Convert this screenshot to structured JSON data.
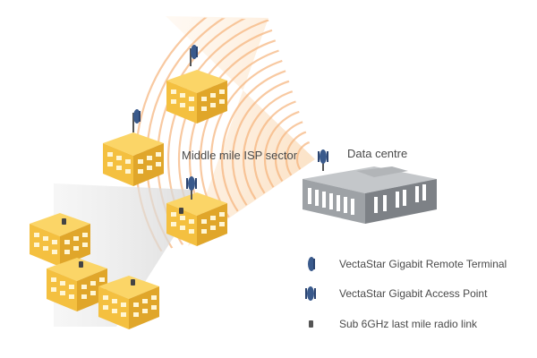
{
  "labels": {
    "middle_mile": "Middle mile ISP sector",
    "data_centre": "Data centre"
  },
  "legend": [
    {
      "icon": "remote-terminal-icon",
      "text": "VectaStar Gigabit Remote Terminal"
    },
    {
      "icon": "access-point-icon",
      "text": "VectaStar Gigabit Access Point"
    },
    {
      "icon": "sub6ghz-radio-icon",
      "text": "Sub 6GHz last mile radio link"
    }
  ],
  "colors": {
    "building_front": "#f4c040",
    "building_side": "#e0a62a",
    "building_roof": "#fbd567",
    "window": "#fff6d4",
    "datacentre_front": "#9ea2a6",
    "datacentre_side": "#7d8186",
    "datacentre_roof": "#c4c7ca",
    "wave": "#f6b27a",
    "sector_grey": "#c8c8c8",
    "radio_blue": "#3a5a8c"
  }
}
